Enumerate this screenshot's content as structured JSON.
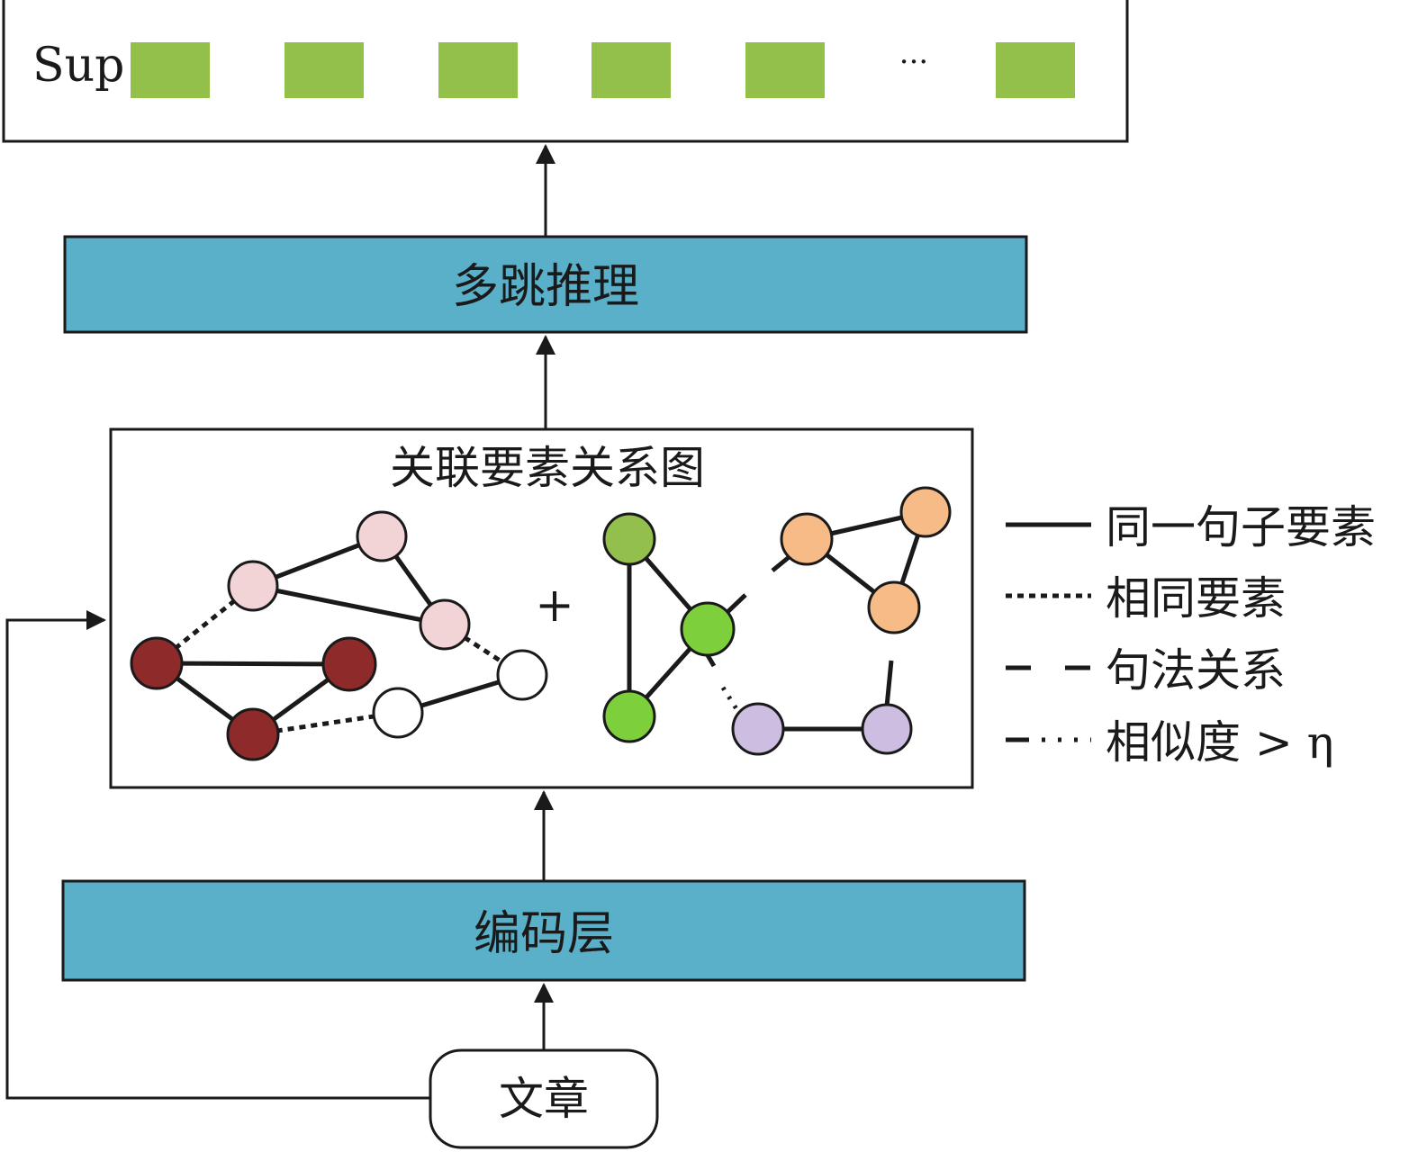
{
  "output_box": {
    "label": "Sup",
    "ellipsis": "···",
    "cell_color": "#92c04a",
    "cell_count_visible": 6
  },
  "reasoning_layer": {
    "label": "多跳推理",
    "color": "#5aafc9"
  },
  "graph_box": {
    "title": "关联要素关系图",
    "plus": "+"
  },
  "encoder_layer": {
    "label": "编码层",
    "color": "#5aafc9"
  },
  "input": {
    "label": "文章"
  },
  "legend": [
    {
      "style": "solid",
      "label": "同一句子要素"
    },
    {
      "style": "dotted",
      "label": "相同要素"
    },
    {
      "style": "dashed",
      "label": "句法关系"
    },
    {
      "style": "dashdot",
      "label": "相似度 > η"
    }
  ],
  "node_colors": {
    "pink": "#f2d4d7",
    "dark_red": "#8e2a2a",
    "white": "#ffffff",
    "olive_green": "#93c04d",
    "bright_green": "#7ecf3c",
    "orange": "#f7bb88",
    "lavender": "#cdbde0"
  }
}
